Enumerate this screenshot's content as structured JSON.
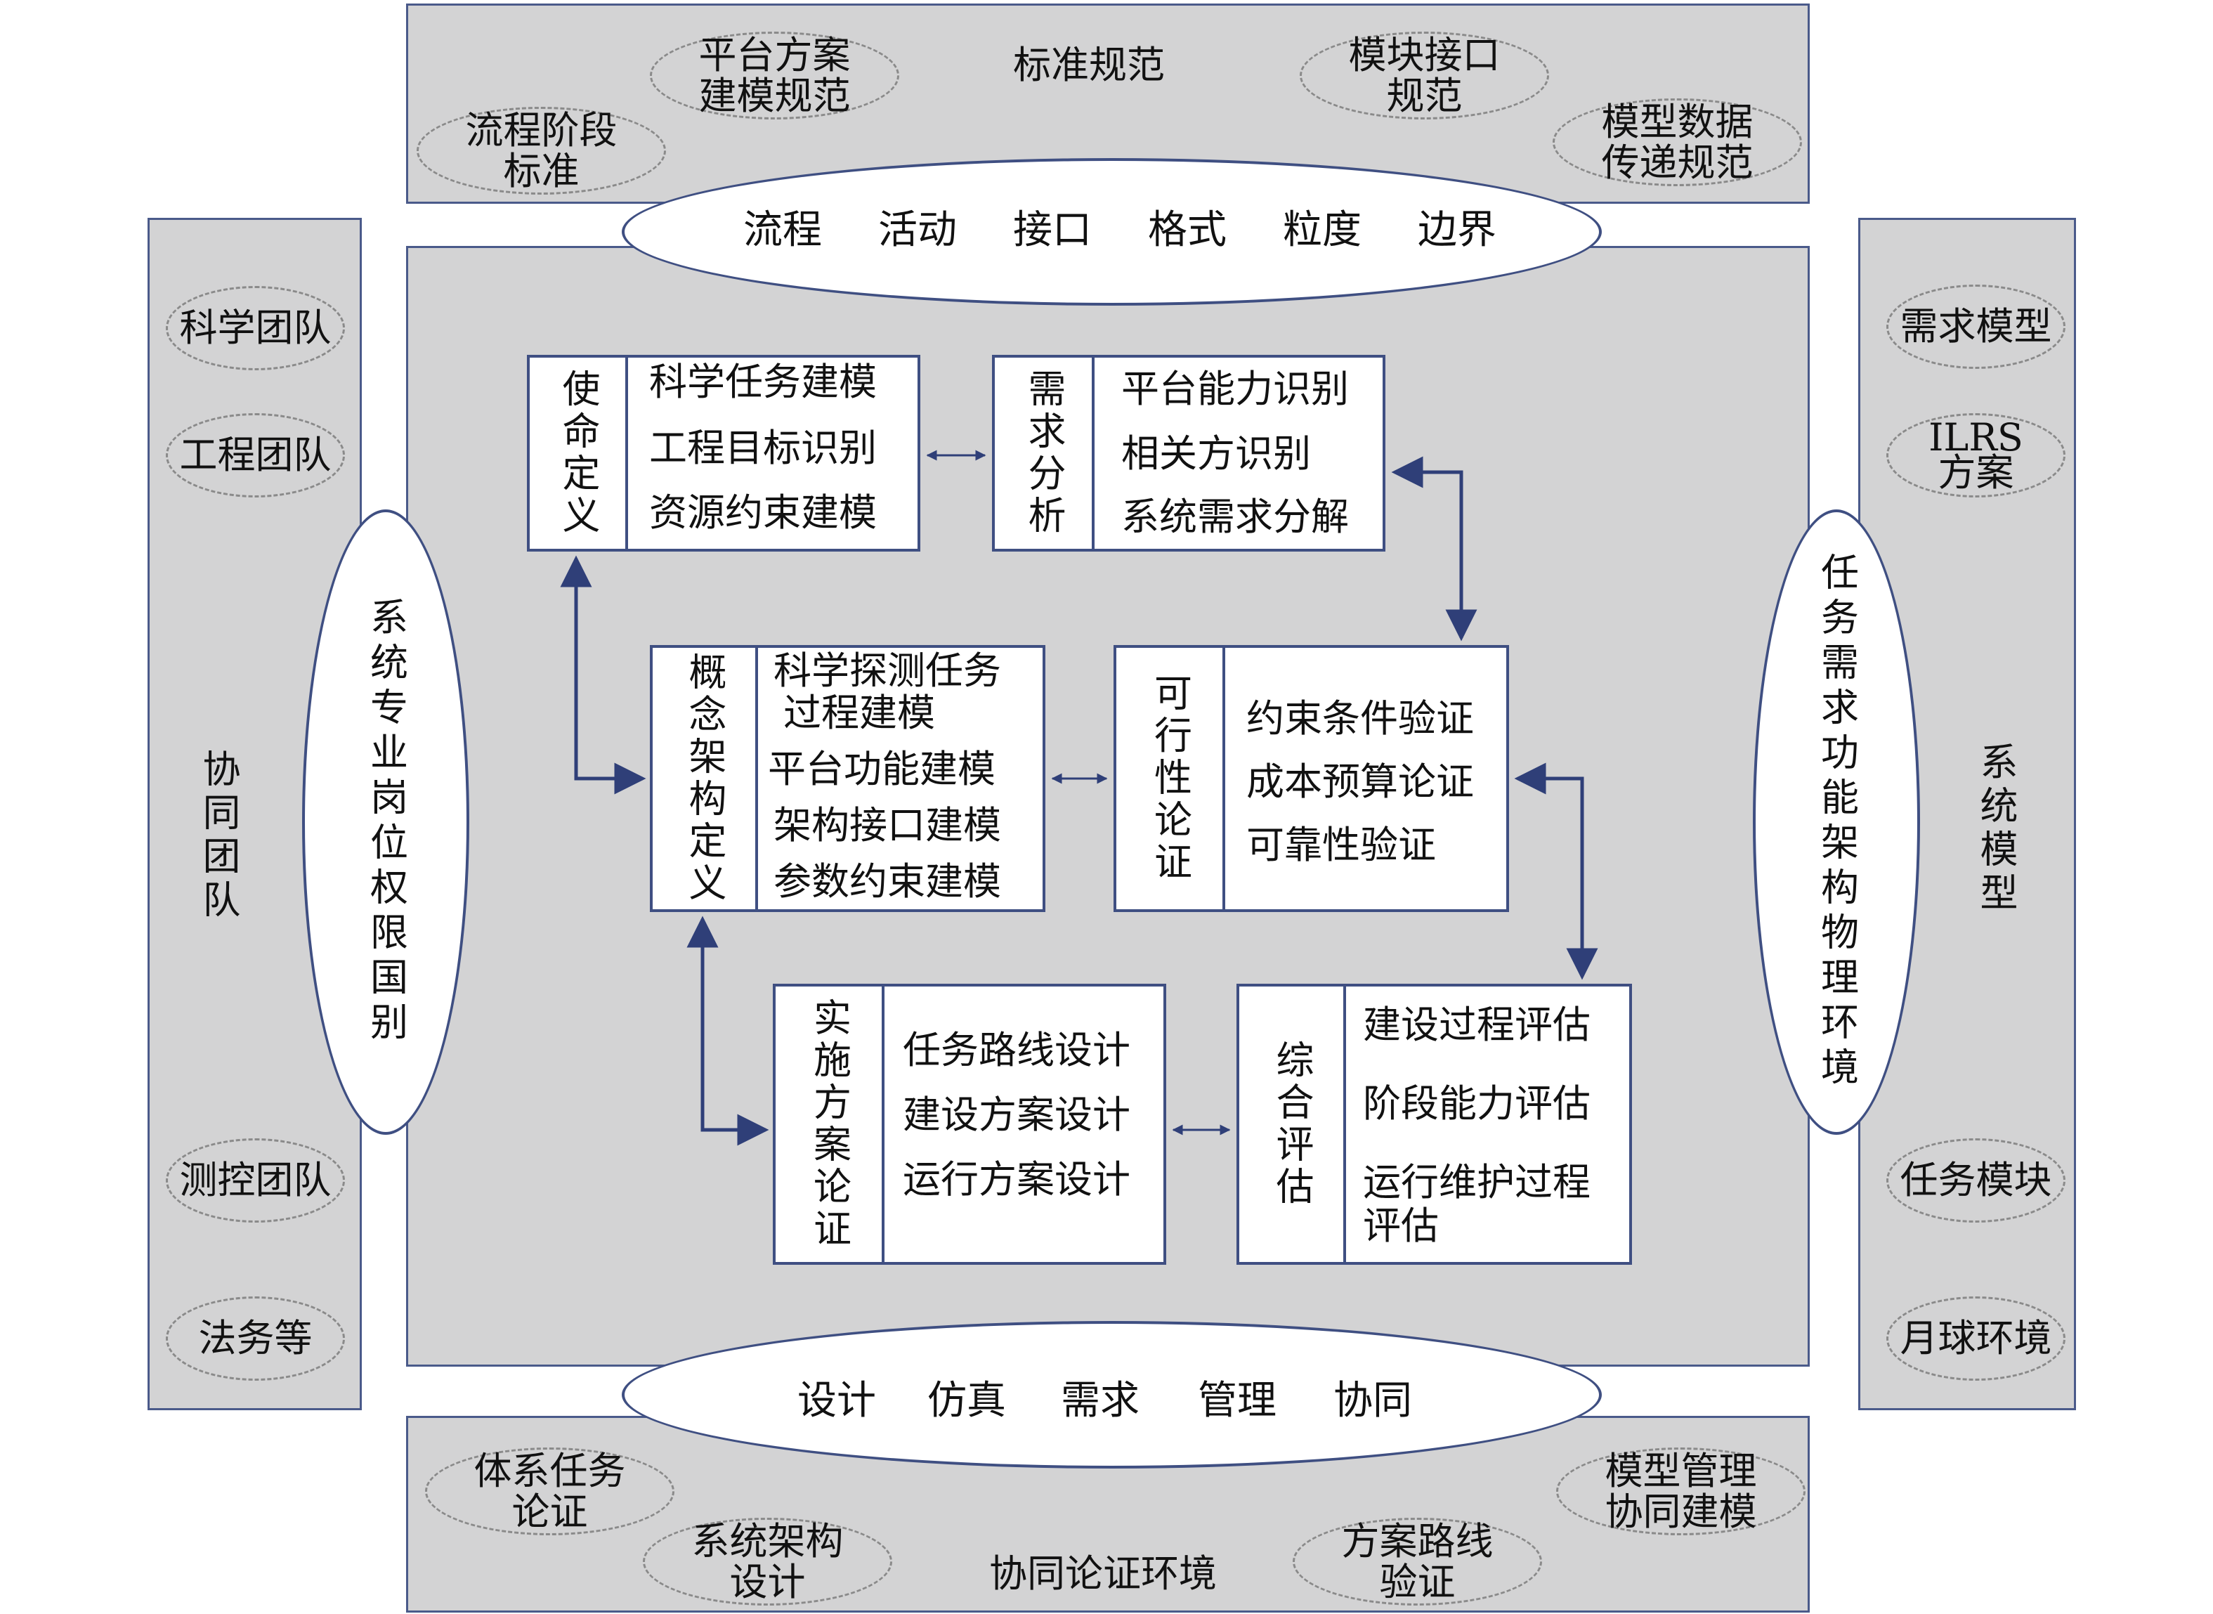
{
  "top_panel": {
    "label": "标准规范",
    "ellipses": [
      {
        "lines": [
          "平台方案",
          "建模规范"
        ]
      },
      {
        "lines": [
          "模块接口",
          "规范"
        ]
      },
      {
        "lines": [
          "流程阶段",
          "标准"
        ]
      },
      {
        "lines": [
          "模型数据",
          "传递规范"
        ]
      }
    ]
  },
  "top_oval": {
    "items": [
      "流程",
      "活动",
      "接口",
      "格式",
      "粒度",
      "边界"
    ]
  },
  "left_panel": {
    "label": "协同团队",
    "ellipses": [
      {
        "lines": [
          "科学团队"
        ]
      },
      {
        "lines": [
          "工程团队"
        ]
      },
      {
        "lines": [
          "测控团队"
        ]
      },
      {
        "lines": [
          "法务等"
        ]
      }
    ],
    "oval_text": "系统专业岗位权限国别"
  },
  "right_panel": {
    "label": "系统模型",
    "ellipses": [
      {
        "lines": [
          "需求模型"
        ]
      },
      {
        "lines": [
          "ILRS",
          "方案"
        ]
      },
      {
        "lines": [
          "任务模块"
        ]
      },
      {
        "lines": [
          "月球环境"
        ]
      }
    ],
    "oval_text": "任务需求功能架构物理环境"
  },
  "bottom_oval": {
    "items": [
      "设计",
      "仿真",
      "需求",
      "管理",
      "协同"
    ]
  },
  "bottom_panel": {
    "label": "协同论证环境",
    "ellipses": [
      {
        "lines": [
          "体系任务",
          "论证"
        ]
      },
      {
        "lines": [
          "系统架构",
          "设计"
        ]
      },
      {
        "lines": [
          "方案路线",
          "验证"
        ]
      },
      {
        "lines": [
          "模型管理",
          "协同建模"
        ]
      }
    ]
  },
  "boxes": {
    "mission": {
      "title": "使命定义",
      "items": [
        "科学任务建模",
        "工程目标识别",
        "资源约束建模"
      ]
    },
    "demand": {
      "title": "需求分析",
      "items": [
        "平台能力识别",
        "相关方识别",
        "系统需求分解"
      ]
    },
    "concept": {
      "title": "概念架构定义",
      "items": [
        "科学探测任务",
        "过程建模",
        "平台功能建模",
        "架构接口建模",
        "参数约束建模"
      ]
    },
    "feasibility": {
      "title": "可行性论证",
      "items": [
        "约束条件验证",
        "成本预算论证",
        "可靠性验证"
      ]
    },
    "implement": {
      "title": "实施方案论证",
      "items": [
        "任务路线设计",
        "建设方案设计",
        "运行方案设计"
      ]
    },
    "evaluate": {
      "title": "综合评估",
      "items": [
        "建设过程评估",
        "阶段能力评估",
        "运行维护过程",
        "评估"
      ]
    }
  }
}
